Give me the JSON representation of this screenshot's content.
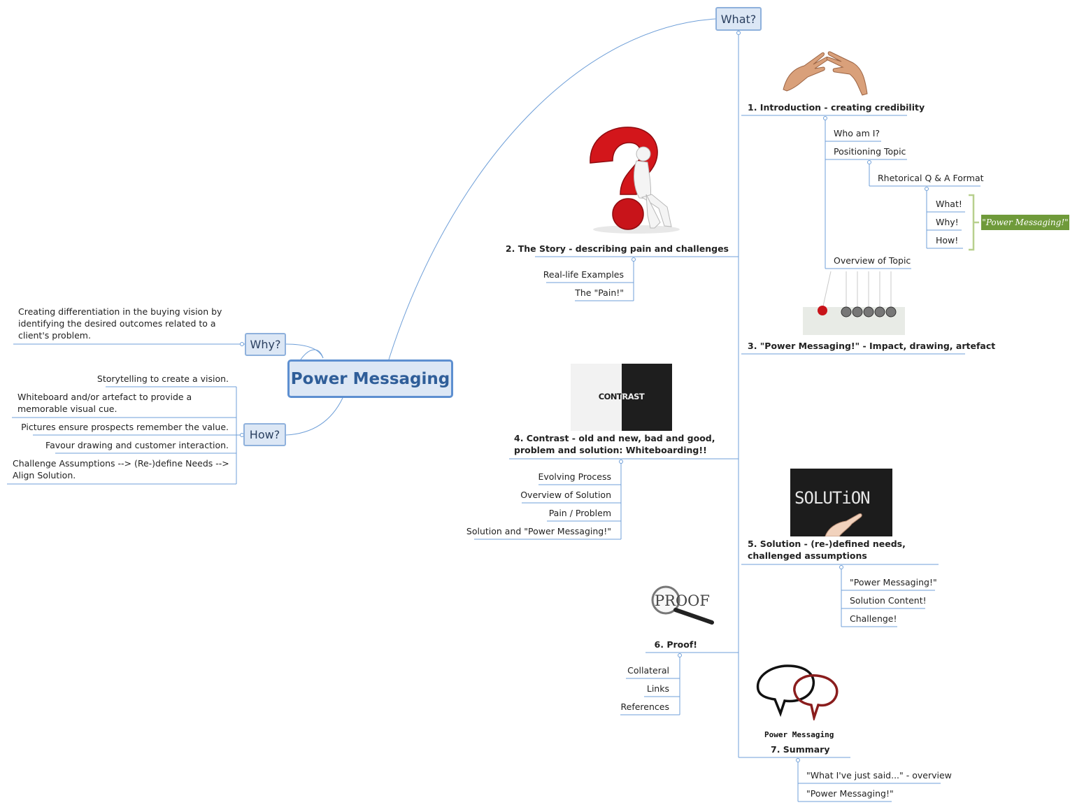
{
  "central": "Power Messaging",
  "why": {
    "label": "Why?",
    "items": [
      "Creating differentiation in the buying vision by identifying the desired outcomes related to a client's problem."
    ]
  },
  "how": {
    "label": "How?",
    "items": [
      "Storytelling to create a vision.",
      "Whiteboard and/or artefact to provide a memorable visual cue.",
      "Pictures ensure prospects remember the value.",
      "Favour drawing and customer interaction.",
      "Challenge Assumptions --> (Re-)define Needs --> Align Solution."
    ]
  },
  "what": {
    "label": "What?",
    "sections": [
      {
        "title": "1. Introduction - creating credibility",
        "image": "reaching-hands-icon",
        "items": [
          "Who am I?",
          "Positioning Topic",
          "Rhetorical Q & A Format",
          "What!",
          "Why!",
          "How!",
          "Overview of Topic"
        ],
        "callout": "\"Power Messaging!\""
      },
      {
        "title": "2. The Story - describing pain and challenges",
        "image": "question-mark-person-icon",
        "items": [
          "Real-life Examples",
          "The \"Pain!\""
        ]
      },
      {
        "title": "3. \"Power Messaging!\" - Impact, drawing, artefact",
        "image": "newtons-cradle-icon",
        "items": []
      },
      {
        "title": "4. Contrast - old and new, bad and good, problem and solution: Whiteboarding!!",
        "image": "contrast-icon",
        "image_text": "CONTRAST",
        "items": [
          "Evolving Process",
          "Overview of Solution",
          "Pain / Problem",
          "Solution and \"Power Messaging!\""
        ]
      },
      {
        "title": "5. Solution - (re-)defined needs, challenged assumptions",
        "image": "solution-chalkboard-icon",
        "image_text": "SOLUTiON",
        "items": [
          "\"Power Messaging!\"",
          "Solution Content!",
          "Challenge!"
        ]
      },
      {
        "title": "6. Proof!",
        "image": "magnifier-icon",
        "image_text": "PROOF",
        "items": [
          "Collateral",
          "Links",
          "References"
        ]
      },
      {
        "title": "7. Summary",
        "image": "speech-bubbles-icon",
        "image_text": "Power Messaging",
        "items": [
          "\"What I've just said...\" - overview",
          "\"Power Messaging!\""
        ]
      }
    ]
  },
  "colors": {
    "line": "#6f9fd8",
    "box_fill": "#dce7f5",
    "central_text": "#2f5e99",
    "callout": "#6f9a3a",
    "bracket": "#b8d08e"
  }
}
